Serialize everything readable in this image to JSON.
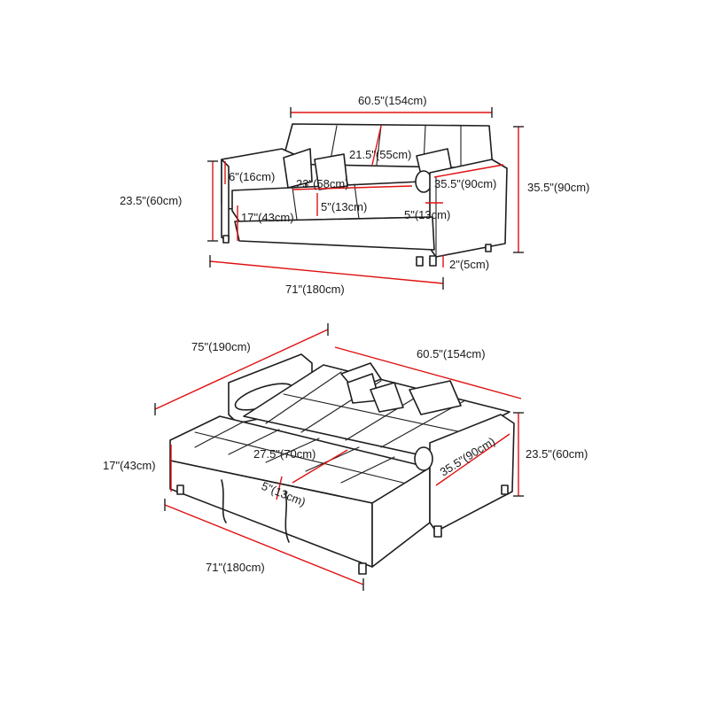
{
  "views": {
    "sofa": {
      "dimensions": {
        "width_top": "60.5\"(154cm)",
        "back_height": "21.5\"(55cm)",
        "armrest_height": "6\"(16cm)",
        "seat_depth": "23\"(58cm)",
        "arm_depth": "35.5\"(90cm)",
        "total_height": "35.5\"(90cm)",
        "seat_height": "23.5\"(60cm)",
        "cushion_thickness": "5\"(13cm)",
        "arm_width": "5\"(13cm)",
        "base_height": "17\"(43cm)",
        "leg_height": "2\"(5cm)",
        "total_width": "71\"(180cm)"
      }
    },
    "bed": {
      "dimensions": {
        "bed_length": "75\"(190cm)",
        "width_top": "60.5\"(154cm)",
        "height": "17\"(43cm)",
        "mattress_depth": "27.5\"(70cm)",
        "arm_depth": "35.5\"(90cm)",
        "arm_height": "23.5\"(60cm)",
        "cushion_thickness": "5\"(13cm)",
        "total_width": "71\"(180cm)"
      }
    }
  },
  "colors": {
    "dimension_line": "#e01010",
    "outline": "#1e1e1e",
    "background": "#ffffff"
  }
}
